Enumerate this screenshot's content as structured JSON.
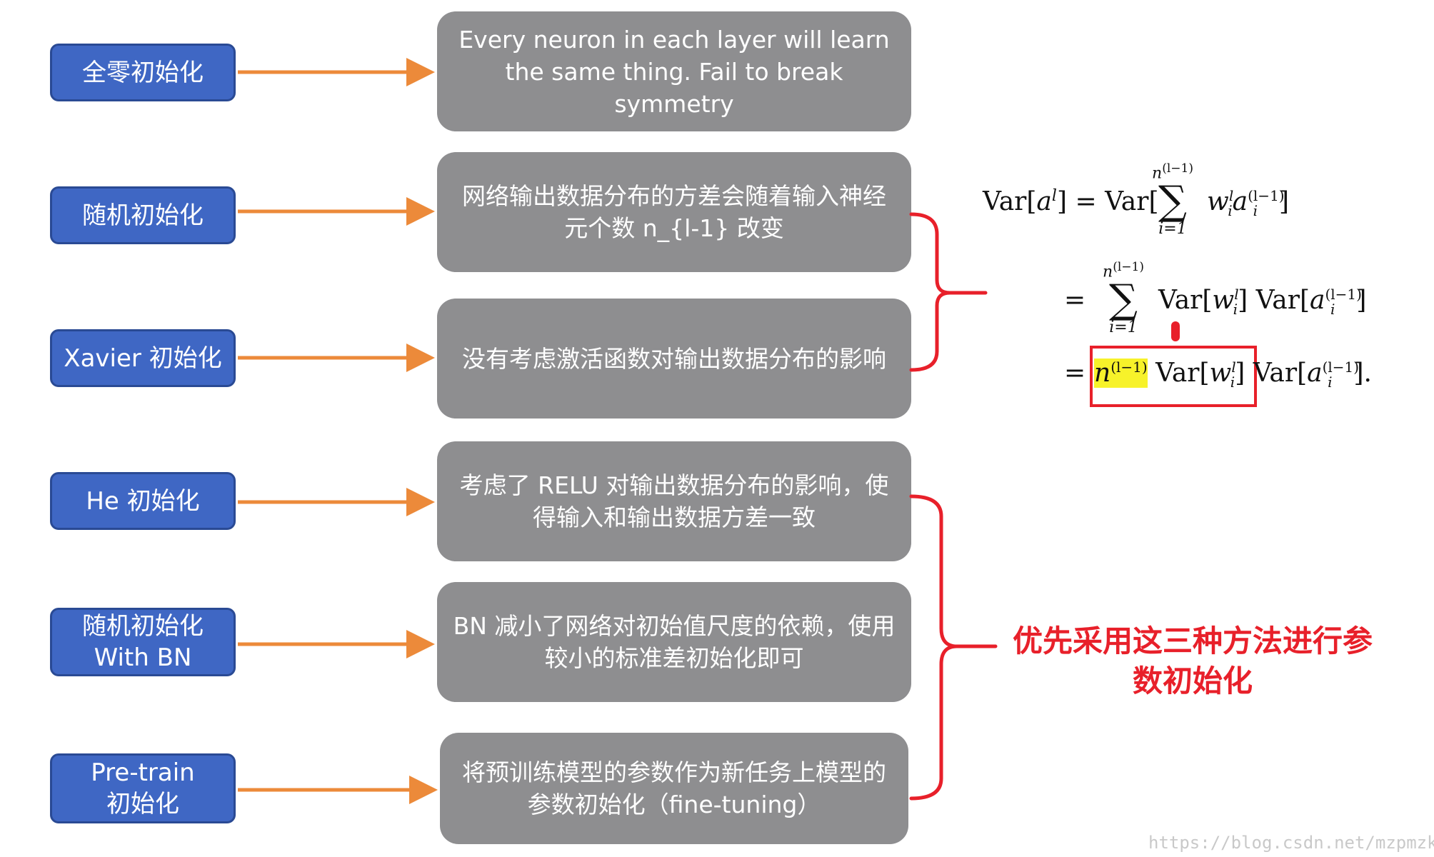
{
  "methods": [
    {
      "label": "全零初始化"
    },
    {
      "label": "随机初始化"
    },
    {
      "label": "Xavier 初始化"
    },
    {
      "label": "He 初始化"
    },
    {
      "label": "随机初始化\nWith BN"
    },
    {
      "label": "Pre-train\n初始化"
    }
  ],
  "descriptions": [
    {
      "text": "Every neuron in each layer will learn the same thing. Fail to break symmetry"
    },
    {
      "text": "网络输出数据分布的方差会随着输入神经元个数 n_{l-1} 改变"
    },
    {
      "text": "没有考虑激活函数对输出数据分布的影响"
    },
    {
      "text": "考虑了 RELU 对输出数据分布的影响，使得输入和输出数据方差一致"
    },
    {
      "text": "BN 减小了网络对初始值尺度的依赖，使用较小的标准差初始化即可"
    },
    {
      "text": "将预训练模型的参数作为新任务上模型的参数初始化（fine-tuning）"
    }
  ],
  "conclusion": "优先采用这三种方法进行参数初始化",
  "formula": {
    "var": "Var",
    "a": "a",
    "w": "w",
    "n": "n",
    "l": "l",
    "i": "i",
    "i_eq_1": "i=1",
    "l_minus_1": "(l−1)",
    "eq": "=",
    "period": "."
  },
  "watermark": "https://blog.csdn.net/mzpmzk",
  "colors": {
    "method_fill": "#3f67c4",
    "desc_fill": "#8e8e90",
    "arrow": "#ec8a3a",
    "bracket": "#e8202a",
    "highlight": "#f7f22a"
  }
}
